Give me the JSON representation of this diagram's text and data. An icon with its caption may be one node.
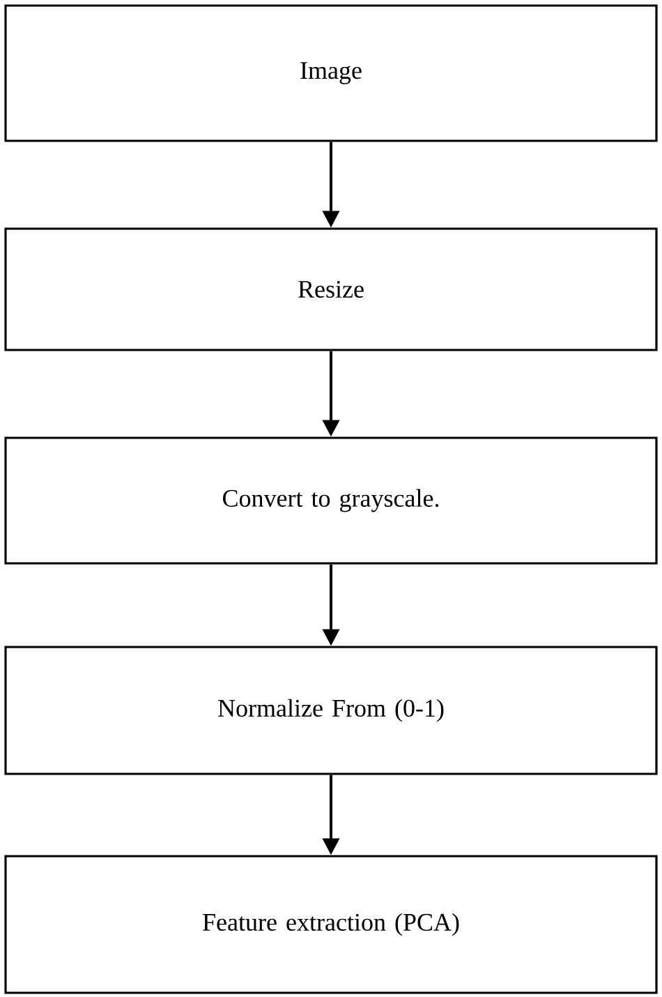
{
  "diagram": {
    "nodes": [
      {
        "text": [
          "Image"
        ]
      },
      {
        "text": [
          "Resize"
        ]
      },
      {
        "text": [
          "Convert to grayscale."
        ]
      },
      {
        "text": [
          "Normalize From (0-1)"
        ]
      },
      {
        "text": [
          "Feature extraction (PCA)"
        ]
      }
    ],
    "edges": [
      {
        "from": 0,
        "to": 1,
        "arrow": "to"
      },
      {
        "from": 1,
        "to": 2,
        "arrow": "to"
      },
      {
        "from": 2,
        "to": 3,
        "arrow": "to"
      },
      {
        "from": 3,
        "to": 4,
        "arrow": "to"
      }
    ]
  }
}
